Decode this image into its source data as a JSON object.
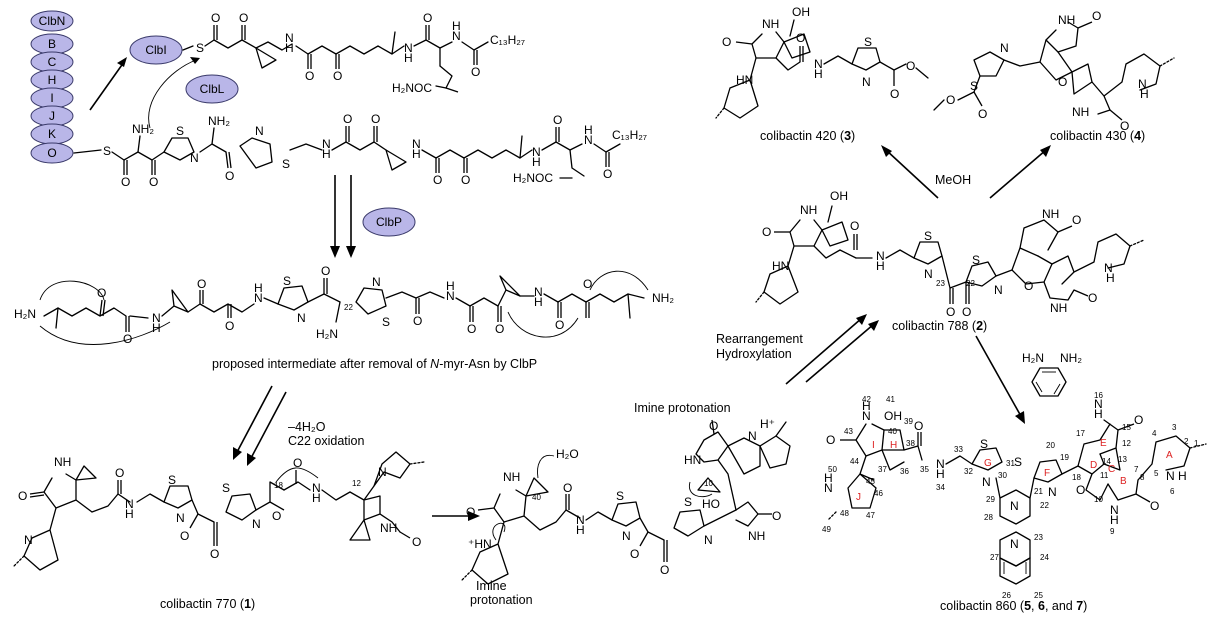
{
  "enzymes": {
    "stack": [
      "ClbN",
      "B",
      "C",
      "H",
      "I",
      "J",
      "K",
      "O"
    ],
    "clbi": "ClbI",
    "clbl": "ClbL",
    "clbp": "ClbP"
  },
  "atoms": {
    "S": "S",
    "O": "O",
    "N": "N",
    "H": "H",
    "NH": "NH",
    "HN": "HN",
    "NH2": "NH₂",
    "H2N": "H₂N",
    "H2O": "H₂O",
    "OH": "OH",
    "C13H27": "C₁₃H₂₇",
    "H2NOC": "H₂NOC",
    "Hplus": "H⁺",
    "plusHN": "⁺HN"
  },
  "labels": {
    "intermediate_prefix": "proposed intermediate after removal of ",
    "intermediate_italic": "N",
    "intermediate_suffix": "-myr-Asn by ClbP",
    "loss_water": "–4H₂O",
    "c22_oxidation": "C22 oxidation",
    "imine_protonation": "Imine protonation",
    "imine_protonation_1": "Imine",
    "imine_protonation_2": "protonation",
    "rearrangement": "Rearrangement",
    "hydroxylation": "Hydroxylation",
    "meoh": "MeOH"
  },
  "compounds": {
    "c770": {
      "name": "colibactin 770 (",
      "id": "1",
      "close": ")"
    },
    "c788": {
      "name": "colibactin 788 (",
      "id": "2",
      "close": ")"
    },
    "c420": {
      "name": "colibactin 420 (",
      "id": "3",
      "close": ")"
    },
    "c430": {
      "name": "colibactin 430 (",
      "id": "4",
      "close": ")"
    },
    "c860": {
      "name": "colibactin 860 (",
      "id1": "5",
      "sep1": ", ",
      "id2": "6",
      "sep2": ", and ",
      "id3": "7",
      "close": ")"
    }
  },
  "numbering": {
    "n22": "22",
    "n18": "18",
    "n12": "12",
    "n10": "10",
    "n40": "40",
    "n23": "23",
    "c860": [
      "42",
      "41",
      "40",
      "39",
      "43",
      "I",
      "H",
      "38",
      "44",
      "37",
      "36",
      "35",
      "45",
      "J",
      "46",
      "50",
      "47",
      "48",
      "49",
      "34",
      "33",
      "32",
      "G",
      "30",
      "31",
      "29",
      "28",
      "27",
      "26",
      "25",
      "24",
      "23",
      "22",
      "21",
      "F",
      "19",
      "20",
      "18",
      "17",
      "16",
      "15",
      "E",
      "14",
      "D",
      "13",
      "12",
      "11",
      "C",
      "10",
      "B",
      "9",
      "8",
      "7",
      "5",
      "A",
      "4",
      "3",
      "2",
      "1",
      "6"
    ]
  }
}
